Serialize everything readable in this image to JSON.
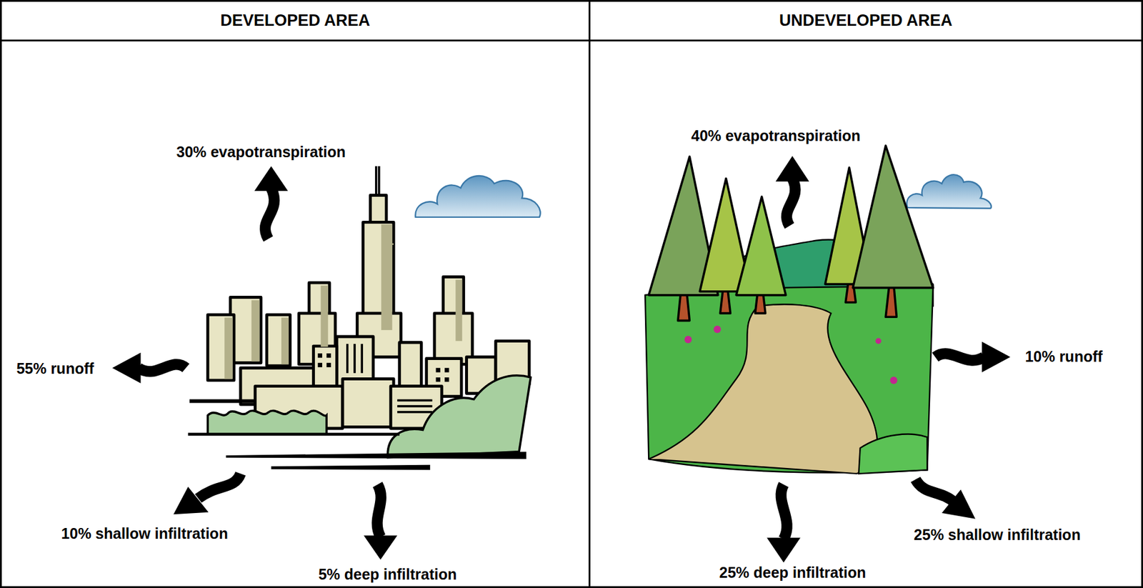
{
  "diagram": {
    "nodes": [
      {
        "text": [
          "DEVELOPED AREA"
        ]
      },
      {
        "text": [
          "UNDEVELOPED AREA"
        ]
      }
    ],
    "labels": [
      "30% evapotranspiration",
      "55% runoff",
      "10% shallow infiltration",
      "5% deep infiltration",
      "40% evapotranspiration",
      "10% runoff",
      "25% shallow infiltration",
      "25% deep infiltration"
    ]
  }
}
